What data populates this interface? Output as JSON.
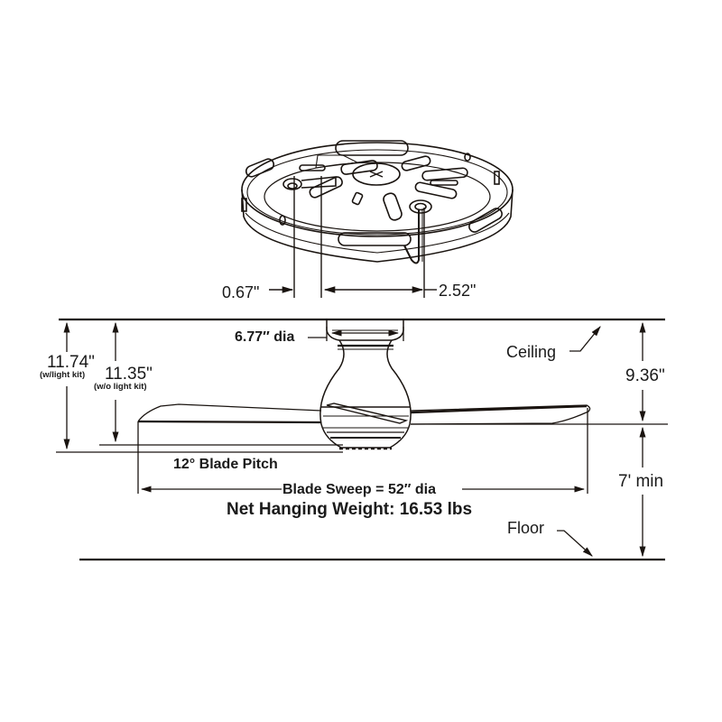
{
  "mounting_plate": {
    "dim_left": "0.67\"",
    "dim_right": "2.52\""
  },
  "canopy": {
    "diameter": "6.77″ dia"
  },
  "heights": {
    "with_light_kit_value": "11.74\"",
    "with_light_kit_note": "(w/light kit)",
    "without_light_kit_value": "11.35\"",
    "without_light_kit_note": "(w/o light kit)",
    "ceiling_to_blade": "9.36\"",
    "floor_clearance": "7' min"
  },
  "labels": {
    "ceiling": "Ceiling",
    "floor": "Floor",
    "blade_pitch": "12° Blade Pitch",
    "blade_sweep": "Blade Sweep = 52″ dia",
    "net_weight": "Net Hanging Weight: 16.53 lbs"
  },
  "colors": {
    "line": "#1a1410",
    "background": "#ffffff"
  }
}
